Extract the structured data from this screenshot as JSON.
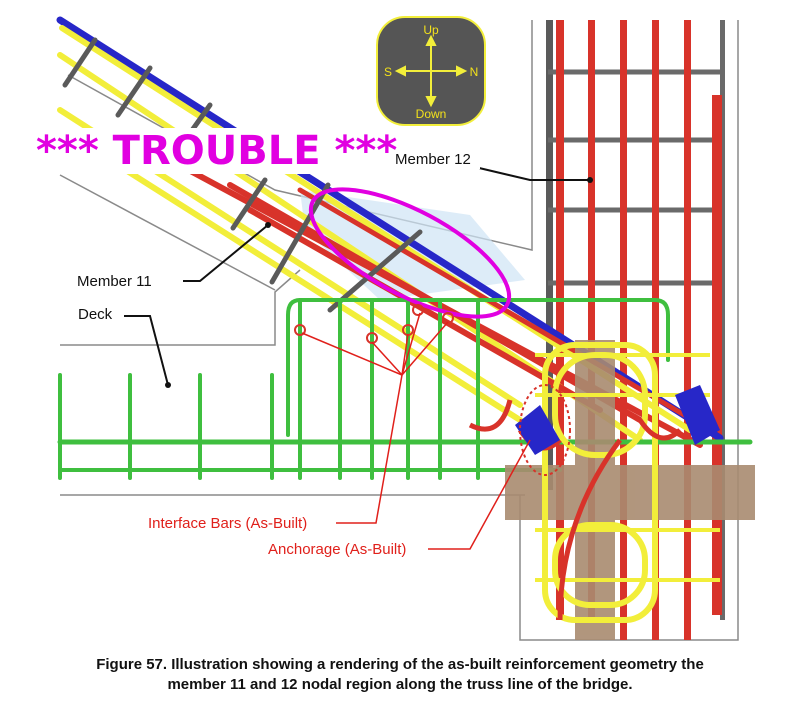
{
  "compass": {
    "up": "Up",
    "down": "Down",
    "south": "S",
    "north": "N"
  },
  "labels": {
    "trouble": "*** TROUBLE ***",
    "member12": "Member 12",
    "member11": "Member 11",
    "deck": "Deck",
    "interface_bars": "Interface Bars (As-Built)",
    "anchorage": "Anchorage (As-Built)"
  },
  "caption": {
    "line1": "Figure 57. Illustration showing a rendering of the as-built reinforcement geometry the",
    "line2": "member 11 and 12 nodal region along the truss line of the bridge."
  },
  "colors": {
    "green_rebar": "#3fbf3f",
    "red_rebar": "#d8332a",
    "yellow_rebar": "#f2ee3a",
    "blue_rebar": "#2727c8",
    "magenta": "#e100e1",
    "bearing": "#a98b70",
    "compass_bg": "#555555"
  }
}
